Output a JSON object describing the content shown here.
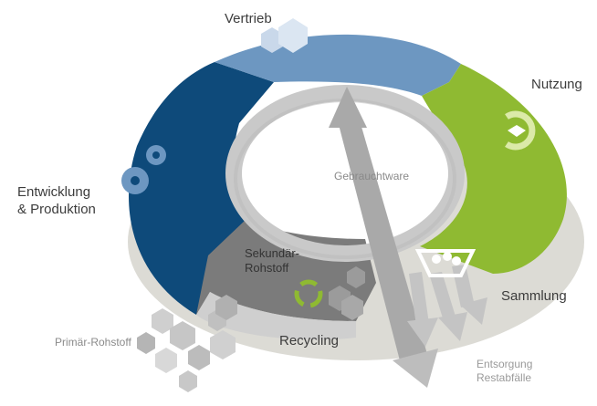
{
  "labels": {
    "vertrieb": "Vertrieb",
    "nutzung": "Nutzung",
    "entwicklung": "Entwicklung\n& Produktion",
    "gebrauchtware": "Gebrauchtware",
    "sekundaer": "Sekundär-\nRohstoff",
    "sammlung": "Sammlung",
    "recycling": "Recycling",
    "primaer": "Primär-Rohstoff",
    "entsorgung": "Entsorgung\nRestabfälle"
  },
  "colors": {
    "vertrieb": "#6d97c1",
    "entwicklung": "#0e4a7a",
    "nutzung": "#8fba32",
    "recycling": "#7b7b7b",
    "ring_base": "#dcdbd5",
    "inner_ring": "#c9c9c9",
    "arrow": "#a9a9a9",
    "recycle_icon": "#8fba32"
  },
  "icons": [
    "hexagon-cluster-icon",
    "gear-icon",
    "recycle-arrow-icon",
    "recycling-symbol-icon",
    "waste-bin-icon"
  ]
}
